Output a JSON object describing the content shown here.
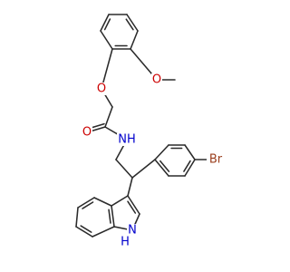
{
  "labels": {
    "O_ether": "O",
    "O_methoxy": "O",
    "O_carbonyl": "O",
    "NH_amide": "NH",
    "Br": "Br",
    "NH_indole": "NH",
    "H_indole": "H",
    "N_indole": "N"
  },
  "colors": {
    "bond": "#2b2b2b",
    "oxygen": "#cc0000",
    "nitrogen": "#0000cc",
    "bromine": "#9b3f1e"
  }
}
